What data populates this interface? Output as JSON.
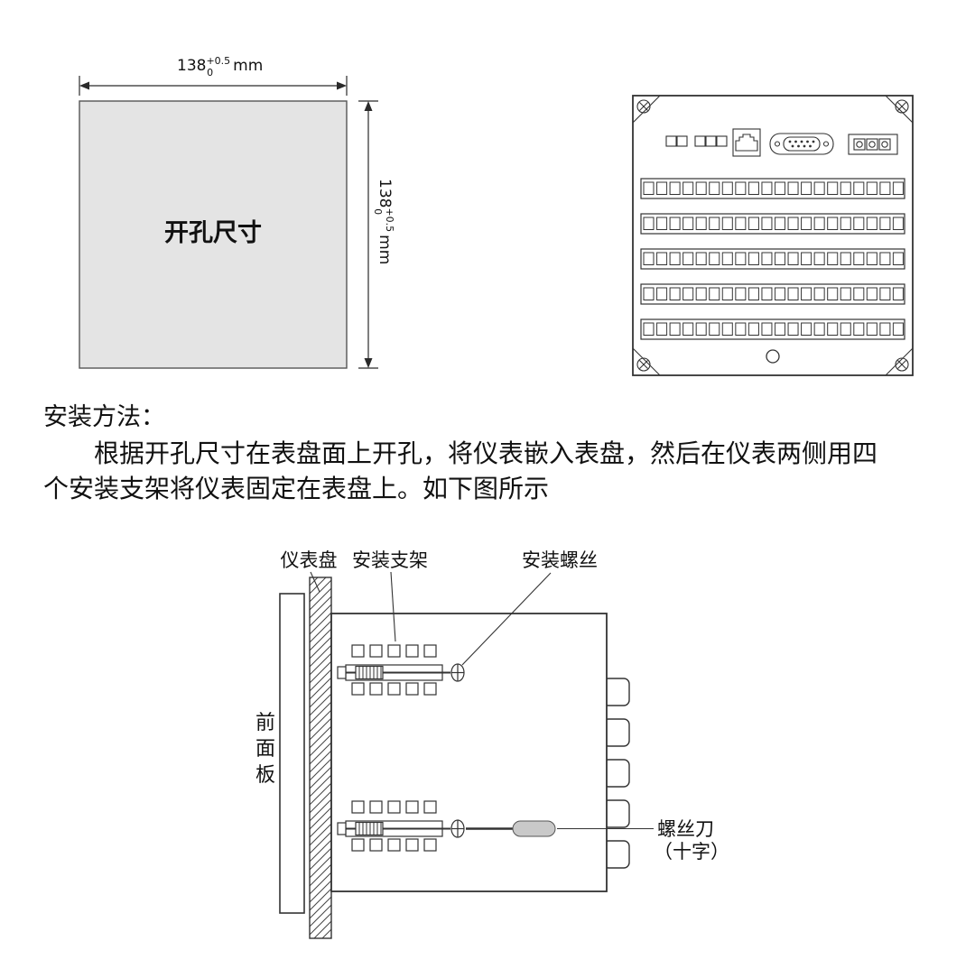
{
  "cutout_diagram": {
    "label": "开孔尺寸",
    "width_dim": {
      "value": "138",
      "tol_sup": "+0.5",
      "tol_sub": "0",
      "unit": "mm"
    },
    "height_dim": {
      "value": "138",
      "tol_sup": "+0.5",
      "tol_sub": "0",
      "unit": "mm"
    }
  },
  "instructions": {
    "heading": "安装方法：",
    "line1": "根据开孔尺寸在表盘面上开孔，将仪表嵌入表盘，然后在仪表两侧用四",
    "line2": "个安装支架将仪表固定在表盘上。如下图所示"
  },
  "installation_diagram": {
    "label_instrument_panel": "仪表盘",
    "label_mounting_bracket": "安装支架",
    "label_mounting_screw": "安装螺丝",
    "label_front_panel": "前面板",
    "label_screwdriver": "螺丝刀",
    "label_screwdriver_type": "（十字）"
  },
  "colors": {
    "line": "#2a2a2a",
    "cutout_fill": "#e4e4e4",
    "screwdriver_handle": "#c9c9c9"
  }
}
